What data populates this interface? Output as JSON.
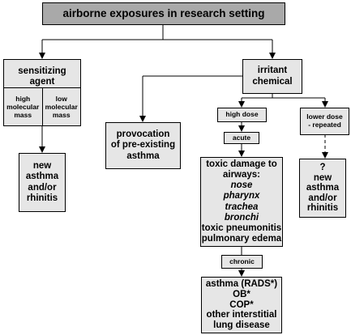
{
  "title": "airborne exposures in research setting",
  "sensitizing": {
    "label_line1": "sensitizing",
    "label_line2": "agent",
    "high_mw": [
      "high",
      "molecular",
      "mass"
    ],
    "low_mw": [
      "low",
      "molecular",
      "mass"
    ]
  },
  "new_asthma_left": [
    "new",
    "asthma",
    "and/or",
    "rhinitis"
  ],
  "provocation": [
    "provocation",
    "of pre-existing",
    "asthma"
  ],
  "irritant": {
    "label_line1": "irritant",
    "label_line2": "chemical"
  },
  "high_dose": "high dose",
  "lower_dose": [
    "lower dose",
    "- repeated"
  ],
  "acute": "acute",
  "chronic": "chronic",
  "toxic_damage": {
    "header": [
      "toxic damage to",
      "airways:"
    ],
    "sites": [
      "nose",
      "pharynx",
      "trachea",
      "bronchi"
    ],
    "footer": [
      "toxic pneumonitis",
      "pulmonary edema"
    ]
  },
  "new_asthma_right": [
    "?",
    "new",
    "asthma",
    "and/or",
    "rhinitis"
  ],
  "chronic_outcomes": [
    "asthma (RADS*)",
    "OB*",
    "COP*",
    "other interstitial",
    "lung disease"
  ]
}
